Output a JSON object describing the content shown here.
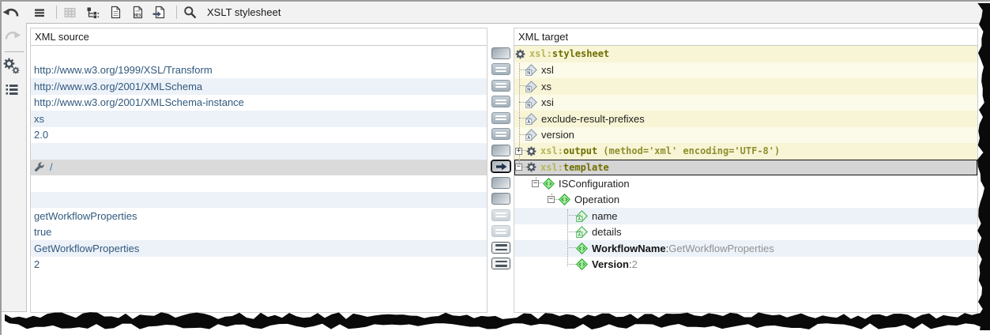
{
  "toolbar": {
    "search_label": "XSLT stylesheet",
    "icons": [
      {
        "name": "menu-icon",
        "disabled": false
      },
      {
        "name": "separator"
      },
      {
        "name": "table-grid-icon",
        "disabled": true
      },
      {
        "name": "structure-icon",
        "disabled": false
      },
      {
        "name": "document-icon",
        "disabled": false
      },
      {
        "name": "hex-document-icon",
        "disabled": false
      },
      {
        "name": "import-document-icon",
        "disabled": false
      },
      {
        "name": "separator"
      },
      {
        "name": "search-icon",
        "disabled": false
      }
    ]
  },
  "side_toolbar": {
    "icons": [
      {
        "name": "undo-icon",
        "disabled": false
      },
      {
        "name": "redo-icon",
        "disabled": true
      },
      {
        "name": "separator"
      },
      {
        "name": "gears-icon",
        "disabled": false
      },
      {
        "name": "list-icon",
        "disabled": false
      }
    ]
  },
  "source_panel": {
    "header": "XML source",
    "rows": [
      {
        "text": "",
        "button": "blank",
        "shade": "white"
      },
      {
        "text": "http://www.w3.org/1999/XSL/Transform",
        "button": "eq",
        "shade": "white"
      },
      {
        "text": "http://www.w3.org/2001/XMLSchema",
        "button": "eq",
        "shade": "tint"
      },
      {
        "text": "http://www.w3.org/2001/XMLSchema-instance",
        "button": "eq",
        "shade": "white"
      },
      {
        "text": "xs",
        "button": "eq",
        "shade": "tint"
      },
      {
        "text": "2.0",
        "button": "eq",
        "shade": "white"
      },
      {
        "text": "",
        "button": "blank",
        "shade": "tint"
      },
      {
        "text": "/",
        "icon": "wrench-icon",
        "button": "arrow",
        "selected": true,
        "shade": "white"
      },
      {
        "text": "",
        "button": "blank",
        "shade": "white"
      },
      {
        "text": "",
        "button": "blank",
        "shade": "tint"
      },
      {
        "text": "getWorkflowProperties",
        "button": "eq-light",
        "shade": "white"
      },
      {
        "text": "true",
        "button": "eq-light",
        "shade": "white"
      },
      {
        "text": "GetWorkflowProperties",
        "button": "outline",
        "shade": "tint"
      },
      {
        "text": "2",
        "button": "outline",
        "shade": "white"
      }
    ]
  },
  "target_panel": {
    "header": "XML target",
    "rows": [
      {
        "kind": "mono",
        "icon": "gear-icon",
        "prefix": "xsl:",
        "name": "stylesheet",
        "attrs": "",
        "depth": 0,
        "shade": "y-deep"
      },
      {
        "kind": "attr",
        "icon": "ns-attribute-icon",
        "badge": "N",
        "label": "xsl",
        "depth": 1,
        "shade": "y-light"
      },
      {
        "kind": "attr",
        "icon": "ns-attribute-icon",
        "badge": "N",
        "label": "xs",
        "depth": 1,
        "shade": "y-deep"
      },
      {
        "kind": "attr",
        "icon": "ns-attribute-icon",
        "badge": "N",
        "label": "xsi",
        "depth": 1,
        "shade": "y-light"
      },
      {
        "kind": "attr",
        "icon": "ns-attribute-icon",
        "badge": "A",
        "label": "exclude-result-prefixes",
        "depth": 1,
        "shade": "y-deep"
      },
      {
        "kind": "attr",
        "icon": "ns-attribute-icon",
        "badge": "A",
        "label": "version",
        "depth": 1,
        "shade": "y-light"
      },
      {
        "kind": "mono",
        "expander": "plus",
        "icon": "gear-icon",
        "prefix": "xsl:",
        "name": "output",
        "attrs": "(method='xml' encoding='UTF-8')",
        "depth": 0,
        "shade": "y-deep"
      },
      {
        "kind": "mono",
        "expander": "minus",
        "icon": "gear-icon",
        "prefix": "xsl:",
        "name": "template",
        "attrs": "",
        "depth": 0,
        "selected": true,
        "shade": "white"
      },
      {
        "kind": "element",
        "expander": "minus",
        "icon": "element-icon",
        "label": "ISConfiguration",
        "depth": 2,
        "shade": "white"
      },
      {
        "kind": "element",
        "expander": "minus",
        "icon": "element-icon",
        "label": "Operation",
        "depth": 3,
        "shade": "white"
      },
      {
        "kind": "attr",
        "icon": "attribute-green-icon",
        "badge": "A",
        "label": "name",
        "depth": 4,
        "shade": "tint"
      },
      {
        "kind": "attr",
        "icon": "attribute-green-icon",
        "badge": "A",
        "label": "details",
        "depth": 4,
        "shade": "white"
      },
      {
        "kind": "element",
        "icon": "element-icon",
        "label": "WorkflowName",
        "separator": " : ",
        "value": "GetWorkflowProperties",
        "depth": 4,
        "shade": "tint"
      },
      {
        "kind": "element",
        "icon": "element-icon",
        "label": "Version",
        "separator": " : ",
        "value": "2",
        "depth": 4,
        "shade": "white"
      }
    ]
  },
  "colors": {
    "xsl_olive": "#6f6f00",
    "xsl_olive_light": "#b6b655",
    "element_green": "#2fae2f",
    "source_text_blue": "#31597e",
    "row_tint_blue": "#edf2f9",
    "row_yellow_deep": "#f8f5d6",
    "row_yellow_light": "#fcfae8",
    "selected_gray": "#d5d5d5",
    "toolbar_gray": "#f2f2f2"
  }
}
